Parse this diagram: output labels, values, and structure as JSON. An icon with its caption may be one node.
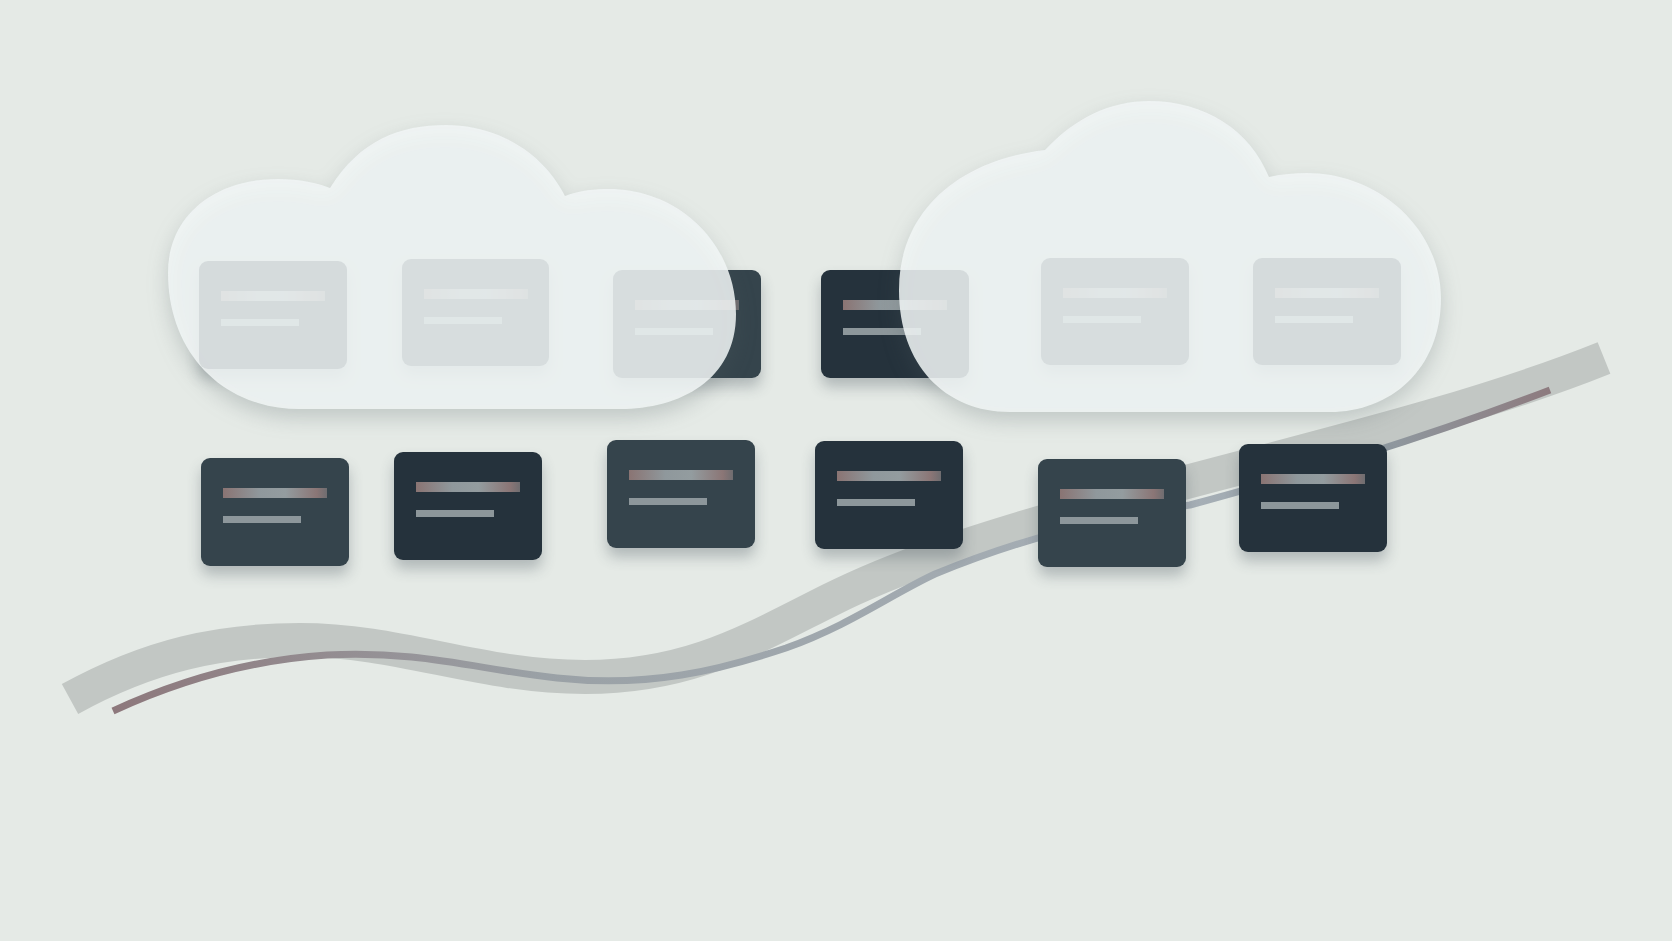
{
  "diagram": {
    "nodes": [
      {
        "text": [],
        "shape": "cloud"
      },
      {
        "text": [],
        "shape": "cloud"
      },
      {
        "text": [],
        "shape": "box",
        "in": 0
      },
      {
        "text": [],
        "shape": "box",
        "in": 0
      },
      {
        "text": [],
        "shape": "box"
      },
      {
        "text": [],
        "shape": "box"
      },
      {
        "text": [],
        "shape": "box",
        "in": 1
      },
      {
        "text": [],
        "shape": "box",
        "in": 1
      },
      {
        "text": [],
        "shape": "box"
      },
      {
        "text": [],
        "shape": "box"
      },
      {
        "text": [],
        "shape": "box"
      },
      {
        "text": [],
        "shape": "box"
      },
      {
        "text": [],
        "shape": "box"
      },
      {
        "text": [],
        "shape": "box"
      }
    ]
  }
}
